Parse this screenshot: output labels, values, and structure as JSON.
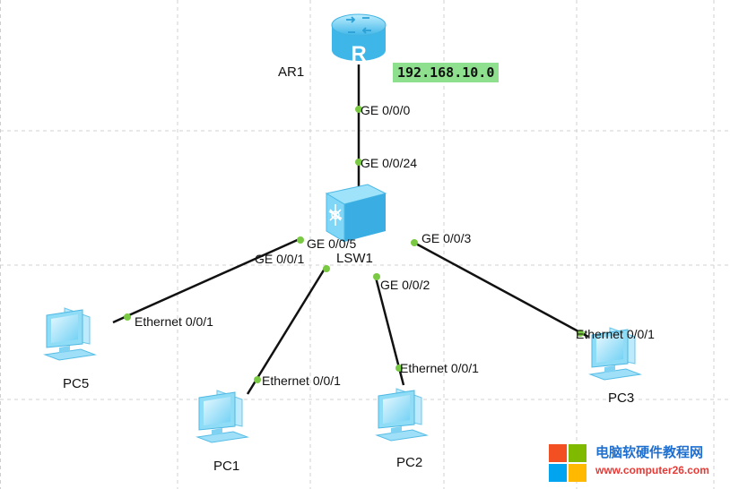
{
  "network": {
    "router": {
      "name": "AR1",
      "port": "GE 0/0/0",
      "network_label": "192.168.10.0"
    },
    "switch": {
      "name": "LSW1",
      "ports": {
        "uplink": "GE 0/0/24",
        "p1": "GE 0/0/1",
        "p2": "GE 0/0/2",
        "p3": "GE 0/0/3",
        "p5": "GE 0/0/5"
      }
    },
    "pcs": {
      "pc5": {
        "name": "PC5",
        "port": "Ethernet 0/0/1"
      },
      "pc1": {
        "name": "PC1",
        "port": "Ethernet 0/0/1"
      },
      "pc2": {
        "name": "PC2",
        "port": "Ethernet 0/0/1"
      },
      "pc3": {
        "name": "PC3",
        "port": "Ethernet 0/0/1"
      }
    }
  },
  "watermark": {
    "title": "电脑软硬件教程网",
    "url": "www.computer26.com"
  },
  "colors": {
    "link": "#111111",
    "port_dot": "#7ac943",
    "ip_bg": "#8ee08e",
    "device": "#5bc8f0"
  }
}
